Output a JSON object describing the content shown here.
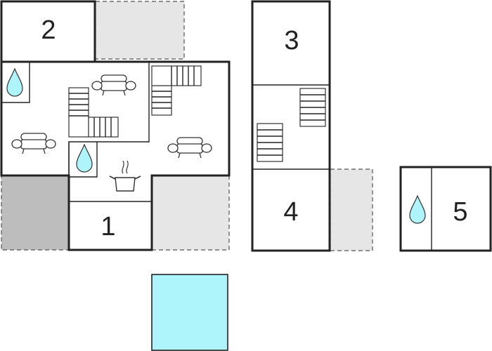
{
  "floor_plan": {
    "rooms": [
      {
        "id": "room-1",
        "label": "1"
      },
      {
        "id": "room-2",
        "label": "2"
      },
      {
        "id": "room-3",
        "label": "3"
      },
      {
        "id": "room-4",
        "label": "4"
      },
      {
        "id": "room-5",
        "label": "5"
      }
    ],
    "icons": [
      "water-drop-icon",
      "sofa-icon",
      "stairs-icon",
      "cooking-pot-icon"
    ],
    "colors": {
      "wall": "#222222",
      "terrace": "#e6e6e6",
      "covered_area": "#bdbdbd",
      "pool": "#aef4fb",
      "drop": "#aef4fb"
    }
  }
}
